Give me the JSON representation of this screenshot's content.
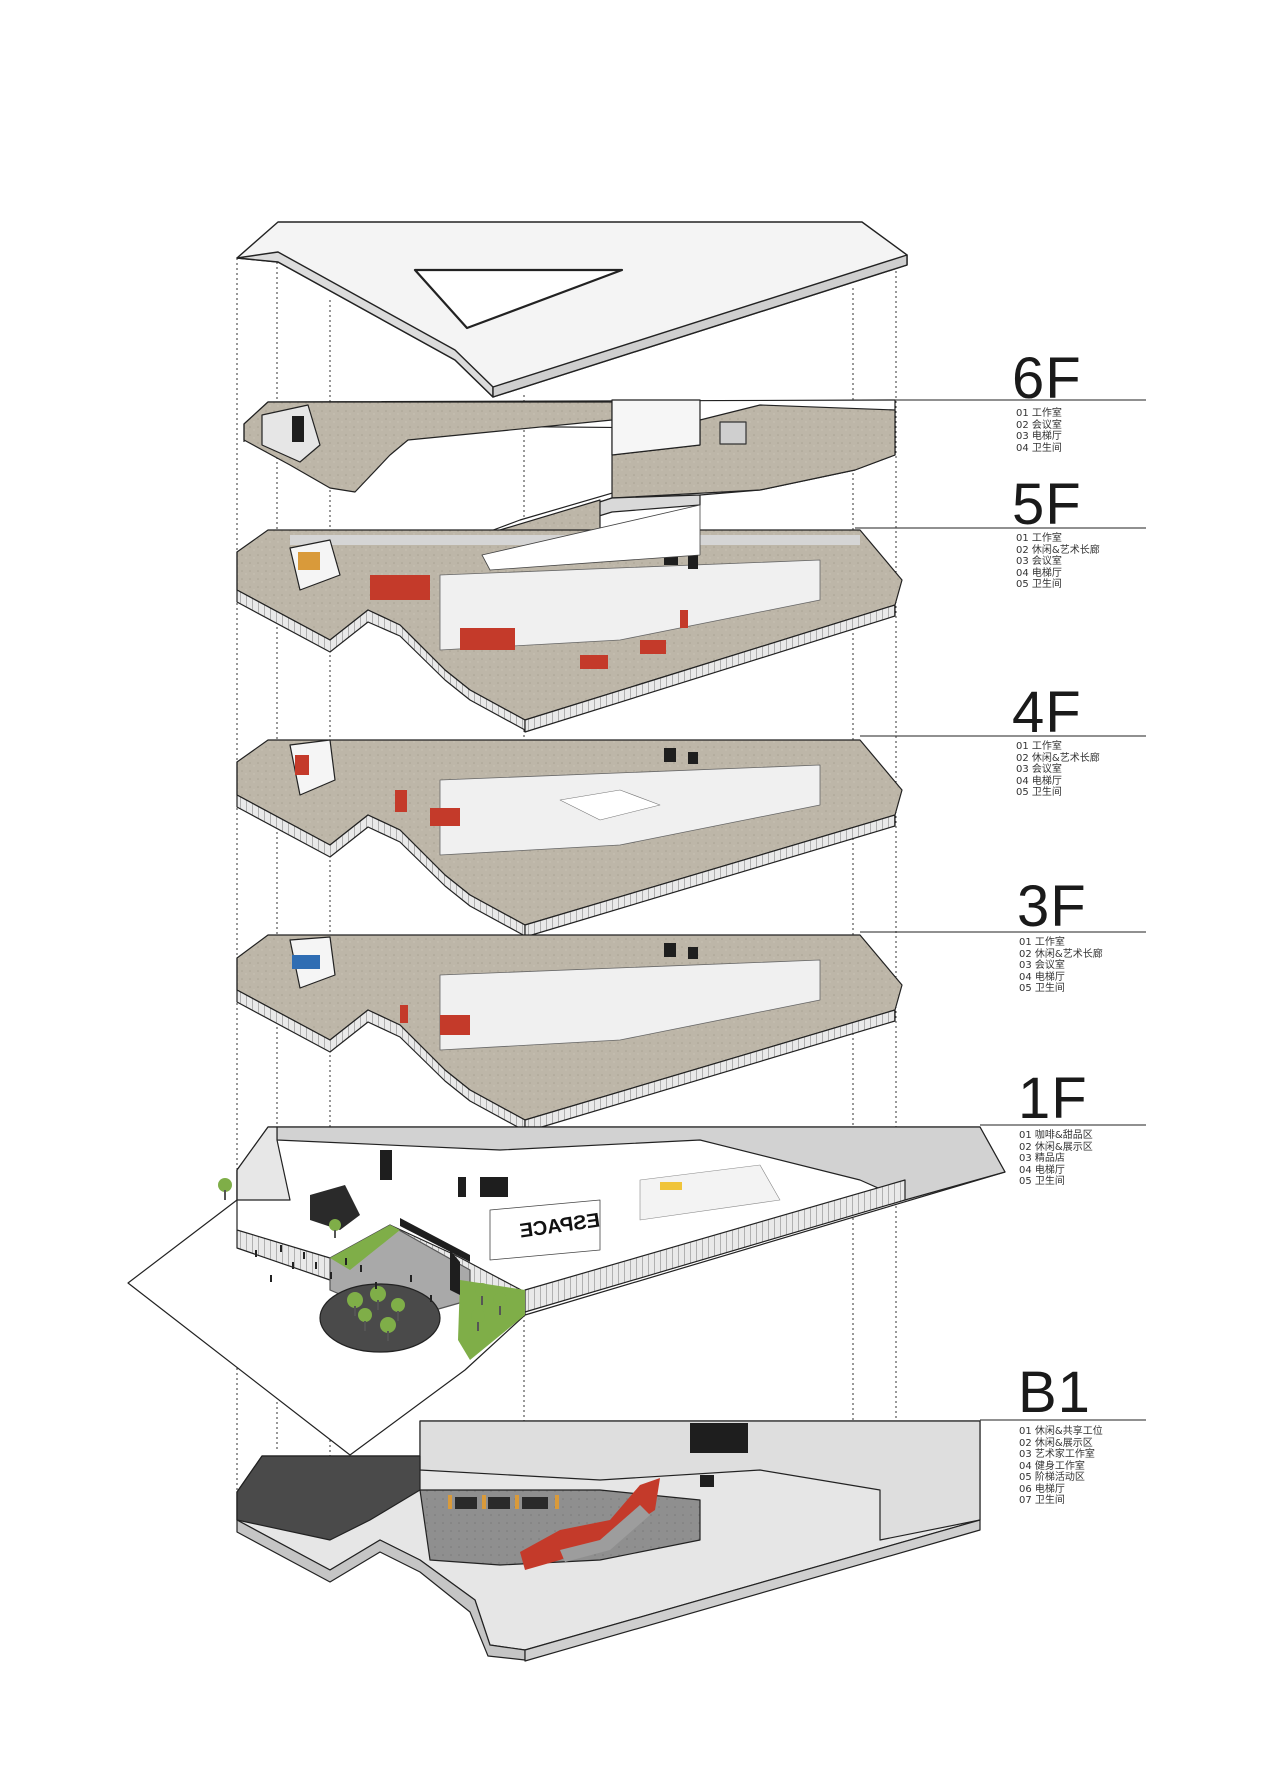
{
  "floors": [
    {
      "id": "6f",
      "label": "6F",
      "items": [
        "01 工作室",
        "02 会议室",
        "03 电梯厅",
        "04 卫生间"
      ]
    },
    {
      "id": "5f",
      "label": "5F",
      "items": [
        "01 工作室",
        "02 休闲&艺术长廊",
        "03 会议室",
        "04 电梯厅",
        "05 卫生间"
      ]
    },
    {
      "id": "4f",
      "label": "4F",
      "items": [
        "01 工作室",
        "02 休闲&艺术长廊",
        "03 会议室",
        "04 电梯厅",
        "05 卫生间"
      ]
    },
    {
      "id": "3f",
      "label": "3F",
      "items": [
        "01 工作室",
        "02 休闲&艺术长廊",
        "03 会议室",
        "04 电梯厅",
        "05 卫生间"
      ]
    },
    {
      "id": "1f",
      "label": "1F",
      "items": [
        "01 咖啡&甜品区",
        "02 休闲&展示区",
        "03 精品店",
        "04 电梯厅",
        "05 卫生间"
      ]
    },
    {
      "id": "b1",
      "label": "B1",
      "items": [
        "01 休闲&共享工位",
        "02 休闲&展示区",
        "03 艺术家工作室",
        "04 健身工作室",
        "05 阶梯活动区",
        "06 电梯厅",
        "07 卫生间"
      ]
    }
  ],
  "signage": {
    "building_sign": "ESPACE"
  },
  "colors": {
    "floor_tone": "#bfb8aa",
    "accent_red": "#c43a2a",
    "accent_orange": "#d99a3a",
    "accent_blue": "#2f6db3",
    "accent_yellow": "#f0c43a",
    "tree_green": "#7fae48",
    "plaza_dark": "#4a4a4a",
    "line": "#222222",
    "glass": "#9a9a9a"
  }
}
